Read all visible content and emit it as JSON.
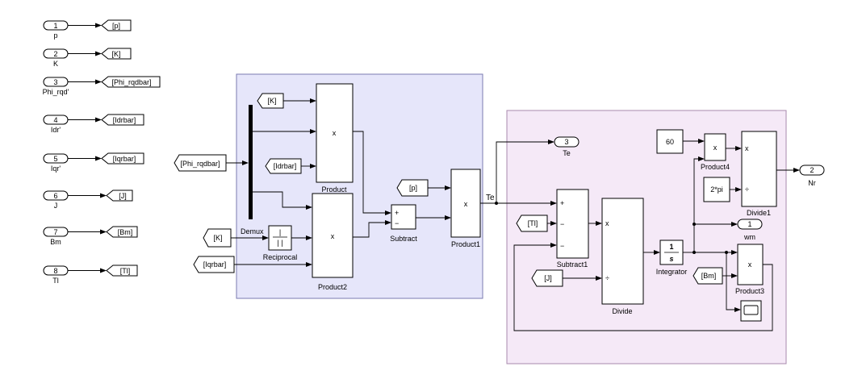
{
  "inports": [
    {
      "num": "1",
      "name": "p",
      "tag": "[p]"
    },
    {
      "num": "2",
      "name": "K",
      "tag": "[K]"
    },
    {
      "num": "3",
      "name": "Phi_rqd'",
      "tag": "[Phi_rqdbar]"
    },
    {
      "num": "4",
      "name": "Idr'",
      "tag": "[Idrbar]"
    },
    {
      "num": "5",
      "name": "Iqr'",
      "tag": "[Iqrbar]"
    },
    {
      "num": "6",
      "name": "J",
      "tag": "[J]"
    },
    {
      "num": "7",
      "name": "Bm",
      "tag": "[Bm]"
    },
    {
      "num": "8",
      "name": "Tl",
      "tag": "[Tl]"
    }
  ],
  "froms": {
    "phi": "[Phi_rqdbar]",
    "k_top": "[K]",
    "idr": "[Idrbar]",
    "k_recip": "[K]",
    "iqr": "[Iqrbar]",
    "p": "[p]",
    "tl": "[Tl]",
    "j": "[J]",
    "bm": "[Bm]"
  },
  "blocks": {
    "demux": "Demux",
    "product": "Product",
    "product2": "Product2",
    "reciprocal": "Reciprocal",
    "subtract": "Subtract",
    "product1": "Product1",
    "subtract1": "Subtract1",
    "divide": "Divide",
    "integrator": "Integrator",
    "product3": "Product3",
    "product4": "Product4",
    "divide1": "Divide1"
  },
  "symbols": {
    "times": "x",
    "plus": "+",
    "minus": "−",
    "div": "÷",
    "recip_num": "|",
    "recip_den": "| |",
    "integ_num": "1",
    "integ_den": "s"
  },
  "constants": {
    "sixty": "60",
    "two_pi": "2*pi"
  },
  "signals": {
    "te_label": "Te"
  },
  "outports": [
    {
      "num": "3",
      "name": "Te"
    },
    {
      "num": "2",
      "name": "Nr"
    },
    {
      "num": "1",
      "name": "wm"
    }
  ]
}
